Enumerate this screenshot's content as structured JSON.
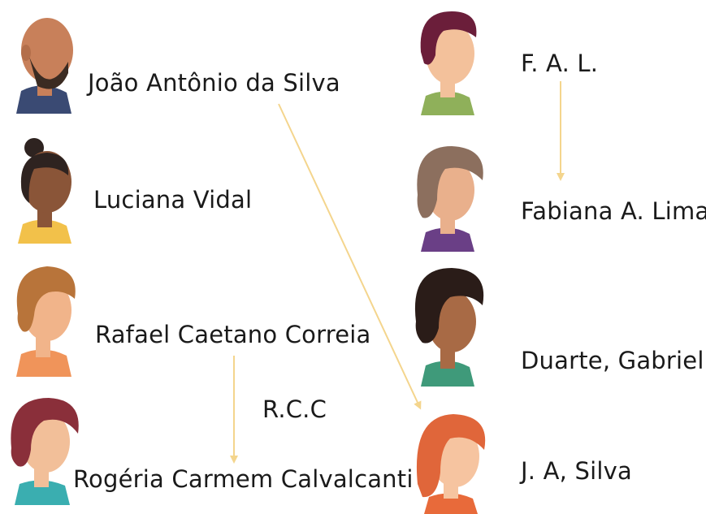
{
  "people": {
    "joao": {
      "name": "João Antônio da Silva",
      "skin": "#c8805a",
      "hair": "#3b2b22",
      "shirt": "#3a4a73"
    },
    "luciana": {
      "name": "Luciana Vidal",
      "skin": "#8a5538",
      "hair": "#2e2320",
      "shirt": "#f2c14a"
    },
    "rafael": {
      "name": "Rafael Caetano Correia",
      "skin": "#f1b48a",
      "hair": "#b8743a",
      "shirt": "#f0945a"
    },
    "rogeria": {
      "name": "Rogéria Carmem Calvalcanti",
      "skin": "#f2bf99",
      "hair": "#8a2f3a",
      "shirt": "#3aaeb0"
    },
    "fal": {
      "name": "F. A. L.",
      "skin": "#f3c19b",
      "hair": "#6b1e3a",
      "shirt": "#8fb05a"
    },
    "fabiana": {
      "name": "Fabiana A. Lima",
      "skin": "#e9b08c",
      "hair": "#8c6f5e",
      "shirt": "#6a3f86"
    },
    "duarte": {
      "name": "Duarte, Gabriel",
      "skin": "#a86a45",
      "hair": "#2a1c18",
      "shirt": "#3f9a7a"
    },
    "ja": {
      "name": "J. A, Silva",
      "skin": "#f6c4a0",
      "hair": "#e0663a",
      "shirt": "#e86a3a"
    }
  },
  "labels": {
    "rcc": "R.C.C"
  },
  "colors": {
    "arrow": "#f4d58d"
  }
}
